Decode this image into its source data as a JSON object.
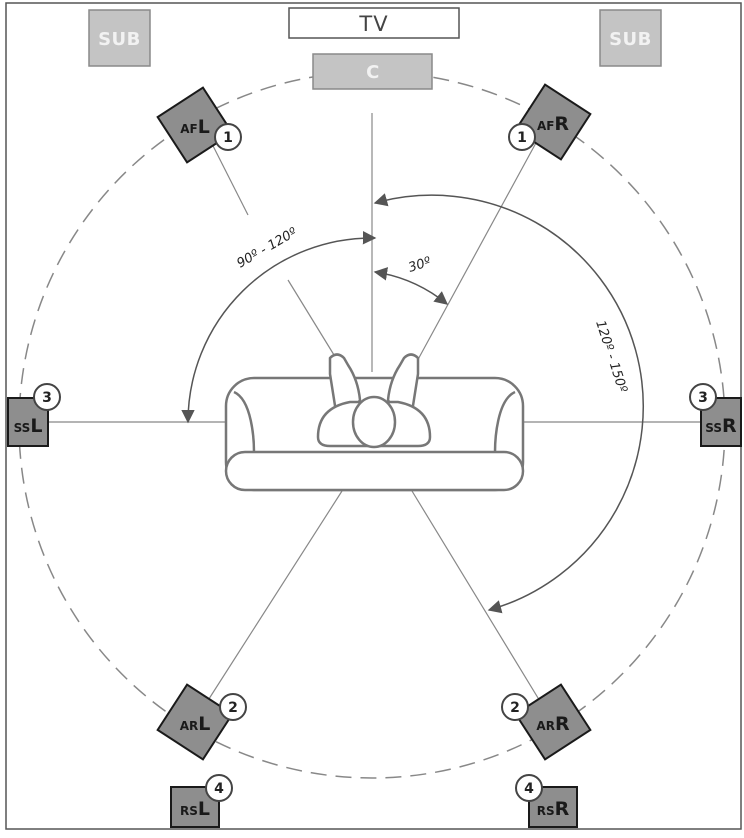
{
  "colors": {
    "speaker_fill": "#8e8e8e",
    "speaker_stroke": "#1a1a1a",
    "sub_fill": "#c4c4c4",
    "sub_stroke": "#8a8a8a",
    "line": "#777777",
    "arrow": "#555555",
    "frame": "#555555"
  },
  "tv": {
    "label": "TV"
  },
  "center": {
    "label": "C"
  },
  "subs": {
    "left": "SUB",
    "right": "SUB"
  },
  "speakers": {
    "afl": {
      "prefix": "AF",
      "side": "L",
      "badge": "1"
    },
    "afr": {
      "prefix": "AF",
      "side": "R",
      "badge": "1"
    },
    "ssl": {
      "prefix": "SS",
      "side": "L",
      "badge": "3"
    },
    "ssr": {
      "prefix": "SS",
      "side": "R",
      "badge": "3"
    },
    "arl": {
      "prefix": "AR",
      "side": "L",
      "badge": "2"
    },
    "arr": {
      "prefix": "AR",
      "side": "R",
      "badge": "2"
    },
    "rsl": {
      "prefix": "RS",
      "side": "L",
      "badge": "4"
    },
    "rsr": {
      "prefix": "RS",
      "side": "R",
      "badge": "4"
    }
  },
  "angles": {
    "front": "30º",
    "side": "90º - 120º",
    "rear": "120º - 150º"
  }
}
